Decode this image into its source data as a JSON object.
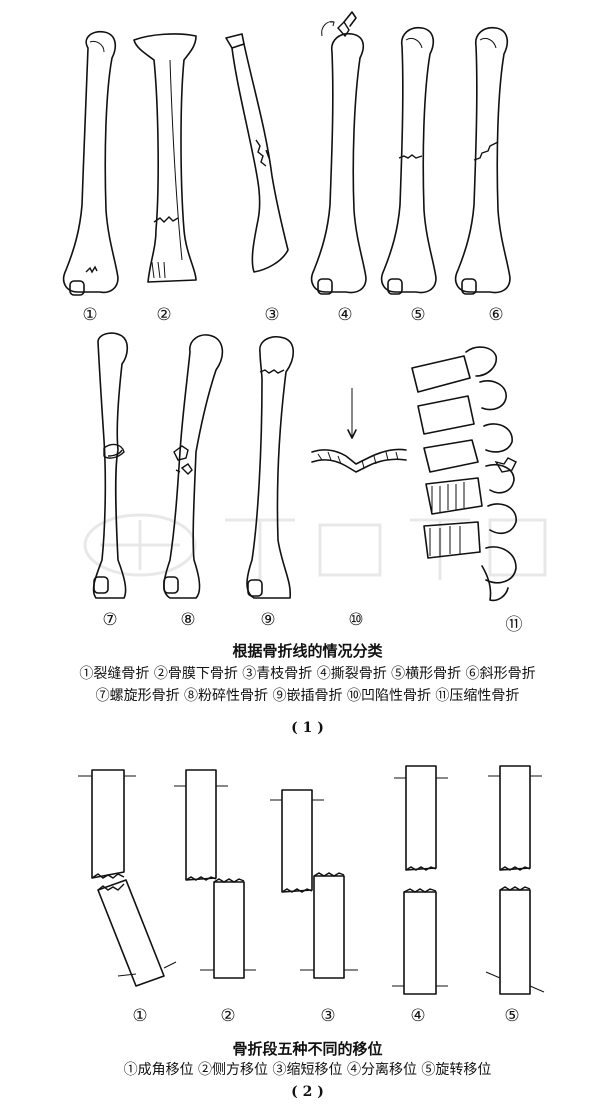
{
  "part1": {
    "labels": [
      "①",
      "②",
      "③",
      "④",
      "⑤",
      "⑥",
      "⑦",
      "⑧",
      "⑨",
      "⑩",
      "⑪"
    ],
    "title": "根据骨折线的情况分类",
    "legend_line1": "①裂缝骨折 ②骨膜下骨折 ③青枝骨折 ④撕裂骨折 ⑤横形骨折 ⑥斜形骨折",
    "legend_line2": "⑦螺旋形骨折 ⑧粉碎性骨折 ⑨嵌插骨折 ⑩凹陷性骨折 ⑪压缩性骨折",
    "part_label": "( 1 )"
  },
  "part2": {
    "labels": [
      "①",
      "②",
      "③",
      "④",
      "⑤"
    ],
    "title": "骨折段五种不同的移位",
    "legend": "①成角移位 ②侧方移位 ③缩短移位 ④分离移位 ⑤旋转移位",
    "part_label": "( 2 )"
  }
}
